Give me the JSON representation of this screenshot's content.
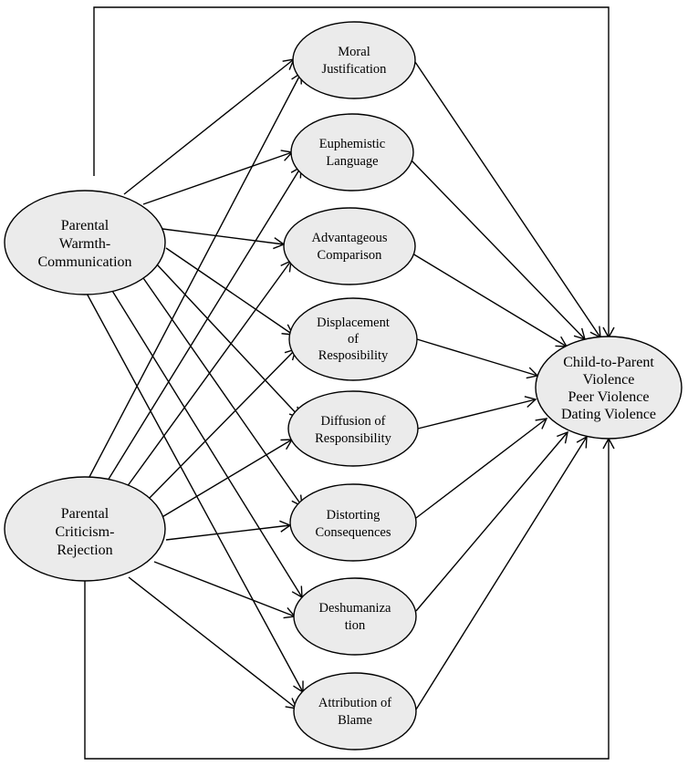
{
  "nodes": {
    "warmth": [
      "Parental",
      "Warmth-",
      "Communication"
    ],
    "criticism": [
      "Parental",
      "Criticism-",
      "Rejection"
    ],
    "moral": [
      "Moral",
      "Justification"
    ],
    "euphemistic": [
      "Euphemistic",
      "Language"
    ],
    "advantageous": [
      "Advantageous",
      "Comparison"
    ],
    "displacement": [
      "Displacement",
      "of",
      "Resposibility"
    ],
    "diffusion": [
      "Diffusion of",
      "Responsibility"
    ],
    "distorting": [
      "Distorting",
      "Consequences"
    ],
    "deshumanization": [
      "Deshumaniza",
      "tion"
    ],
    "attribution": [
      "Attribution of",
      "Blame"
    ],
    "outcome": [
      "Child-to-Parent",
      "Violence",
      "Peer Violence",
      "Dating Violence"
    ]
  }
}
